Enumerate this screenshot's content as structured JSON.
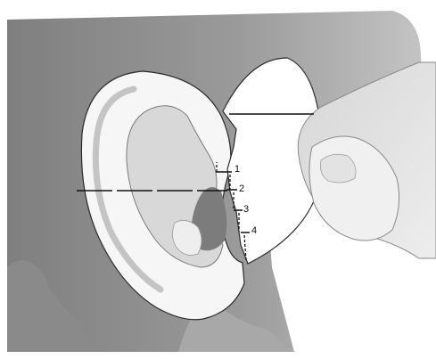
{
  "colors": {
    "background": "#ffffff",
    "head_dark": "#8c8c8c",
    "head_light": "#c9c9c9",
    "ear": "#f5f5f5",
    "ear_shadow": "#cfcfcf",
    "card": "#ffffff",
    "hand": "#e2e2e2",
    "outline": "#2a2a2a"
  },
  "labels": {
    "mark_1": "1",
    "mark_2": "2",
    "mark_3": "3",
    "mark_4": "4"
  }
}
